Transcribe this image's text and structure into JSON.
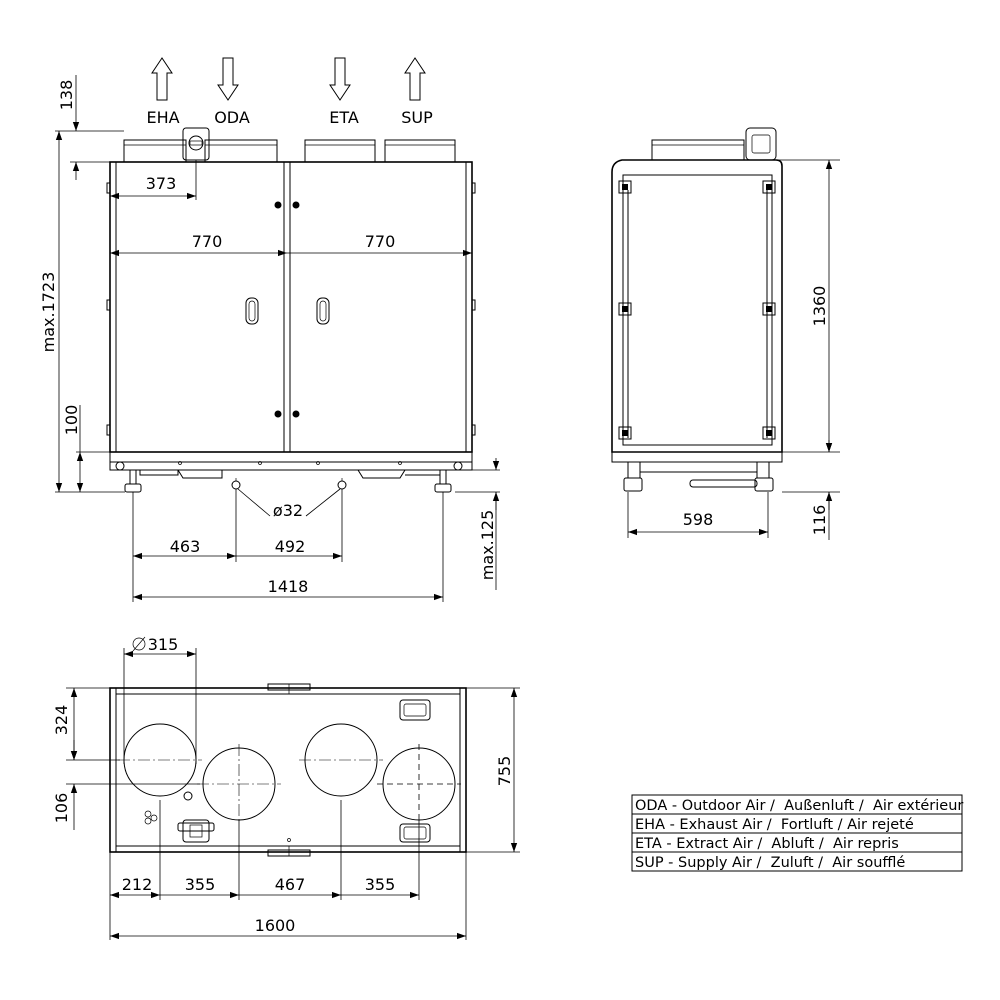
{
  "front_view": {
    "airflow_labels": {
      "eha": "EHA",
      "oda": "ODA",
      "eta": "ETA",
      "sup": "SUP"
    },
    "dimensions": {
      "top_stub": "138",
      "total_height": "max.1723",
      "stub_offset": "373",
      "door_left": "770",
      "door_right": "770",
      "base": "100",
      "drain_diameter": "ø32",
      "drain_left": "463",
      "drain_spacing": "492",
      "feet_span": "1418",
      "feet_height": "max.125"
    }
  },
  "side_view": {
    "dimensions": {
      "height": "1360",
      "width": "598",
      "feet": "116"
    }
  },
  "top_view": {
    "dimensions": {
      "duct_diameter": "315",
      "upper_offset": "324",
      "lower_offset": "106",
      "depth": "755",
      "first": "212",
      "second": "355",
      "middle": "467",
      "last": "355",
      "length": "1600"
    }
  },
  "legend": [
    "ODA - Outdoor Air /  Außenluft /  Air extérieur",
    "EHA - Exhaust Air /  Fortluft / Air rejeté",
    "ETA - Extract Air /  Abluft /  Air repris",
    "SUP - Supply Air /  Zuluft /  Air soufflé"
  ]
}
